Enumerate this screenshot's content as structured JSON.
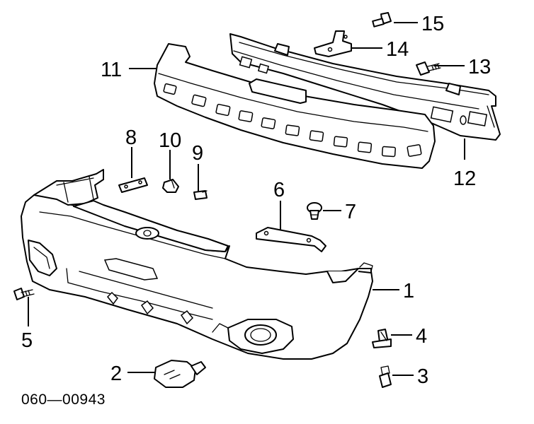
{
  "diagram": {
    "code": "060—00943",
    "callouts": {
      "c1": "1",
      "c2": "2",
      "c3": "3",
      "c4": "4",
      "c5": "5",
      "c6": "6",
      "c7": "7",
      "c8": "8",
      "c9": "9",
      "c10": "10",
      "c11": "11",
      "c12": "12",
      "c13": "13",
      "c14": "14",
      "c15": "15"
    }
  }
}
